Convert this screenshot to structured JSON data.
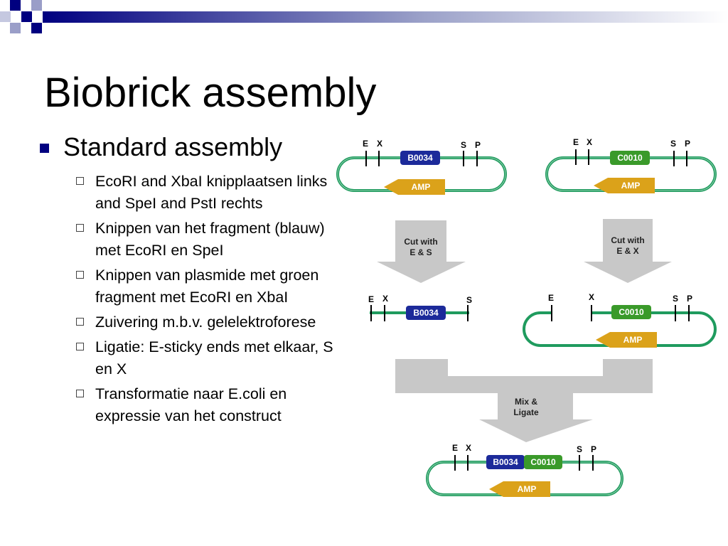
{
  "slide": {
    "title": "Biobrick assembly",
    "bullet_main": "Standard assembly",
    "sub_bullets": [
      "EcoRI and XbaI knipplaatsen links and SpeI and PstI rechts",
      "Knippen van het fragment (blauw) met EcoRI en SpeI",
      "Knippen van plasmide met groen fragment met EcoRI en XbaI",
      "Zuivering m.b.v. gelelektroforese",
      "Ligatie: E-sticky ends met elkaar, S en X",
      "Transformatie naar E.coli en expressie van het construct"
    ]
  },
  "diagram": {
    "site_e": "E",
    "site_x": "X",
    "site_s": "S",
    "site_p": "P",
    "part_b0034": "B0034",
    "part_c0010": "C0010",
    "amp_label": "AMP",
    "arrow_cut_es": [
      "Cut with",
      "E & S"
    ],
    "arrow_cut_ex": [
      "Cut with",
      "E & X"
    ],
    "arrow_mix": [
      "Mix &",
      "Ligate"
    ]
  },
  "colors": {
    "title_bar_blue": "#000080",
    "plasmid_green": "#1f9b5e",
    "part_blue": "#1c2a9a",
    "part_green": "#3a9a2a",
    "amp_gold": "#dba21a",
    "process_arrow_gray": "#c8c8c8"
  }
}
